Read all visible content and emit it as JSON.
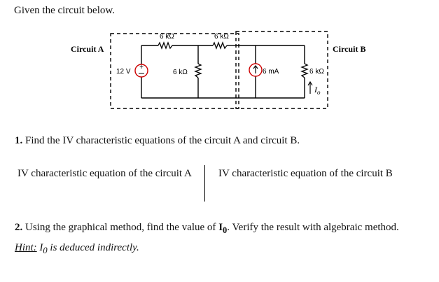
{
  "intro": "Given the circuit below.",
  "circuit": {
    "label_a": "Circuit A",
    "label_b": "Circuit B",
    "source_v": "12 V",
    "source_sign": "+",
    "r_top_left": "6 kΩ",
    "r_top_right": "6 kΩ",
    "r_mid": "6 kΩ",
    "source_i": "6 mA",
    "r_right": "6 kΩ",
    "current_symbol": "I",
    "current_sub": "o"
  },
  "question1": {
    "number": "1.",
    "text": "Find the IV characteristic equations of the circuit A and circuit B."
  },
  "iv_a": "IV characteristic equation of the circuit A",
  "iv_b": "IV characteristic equation of the circuit B",
  "question2": {
    "number": "2.",
    "text_before": "Using the graphical method, find the value of",
    "symbol": "I",
    "sub": "0",
    "text_after": ". Verify the result with algebraic method."
  },
  "hint": {
    "label": "Hint:",
    "symbol": "I",
    "sub": "0",
    "text": "is deduced indirectly."
  }
}
